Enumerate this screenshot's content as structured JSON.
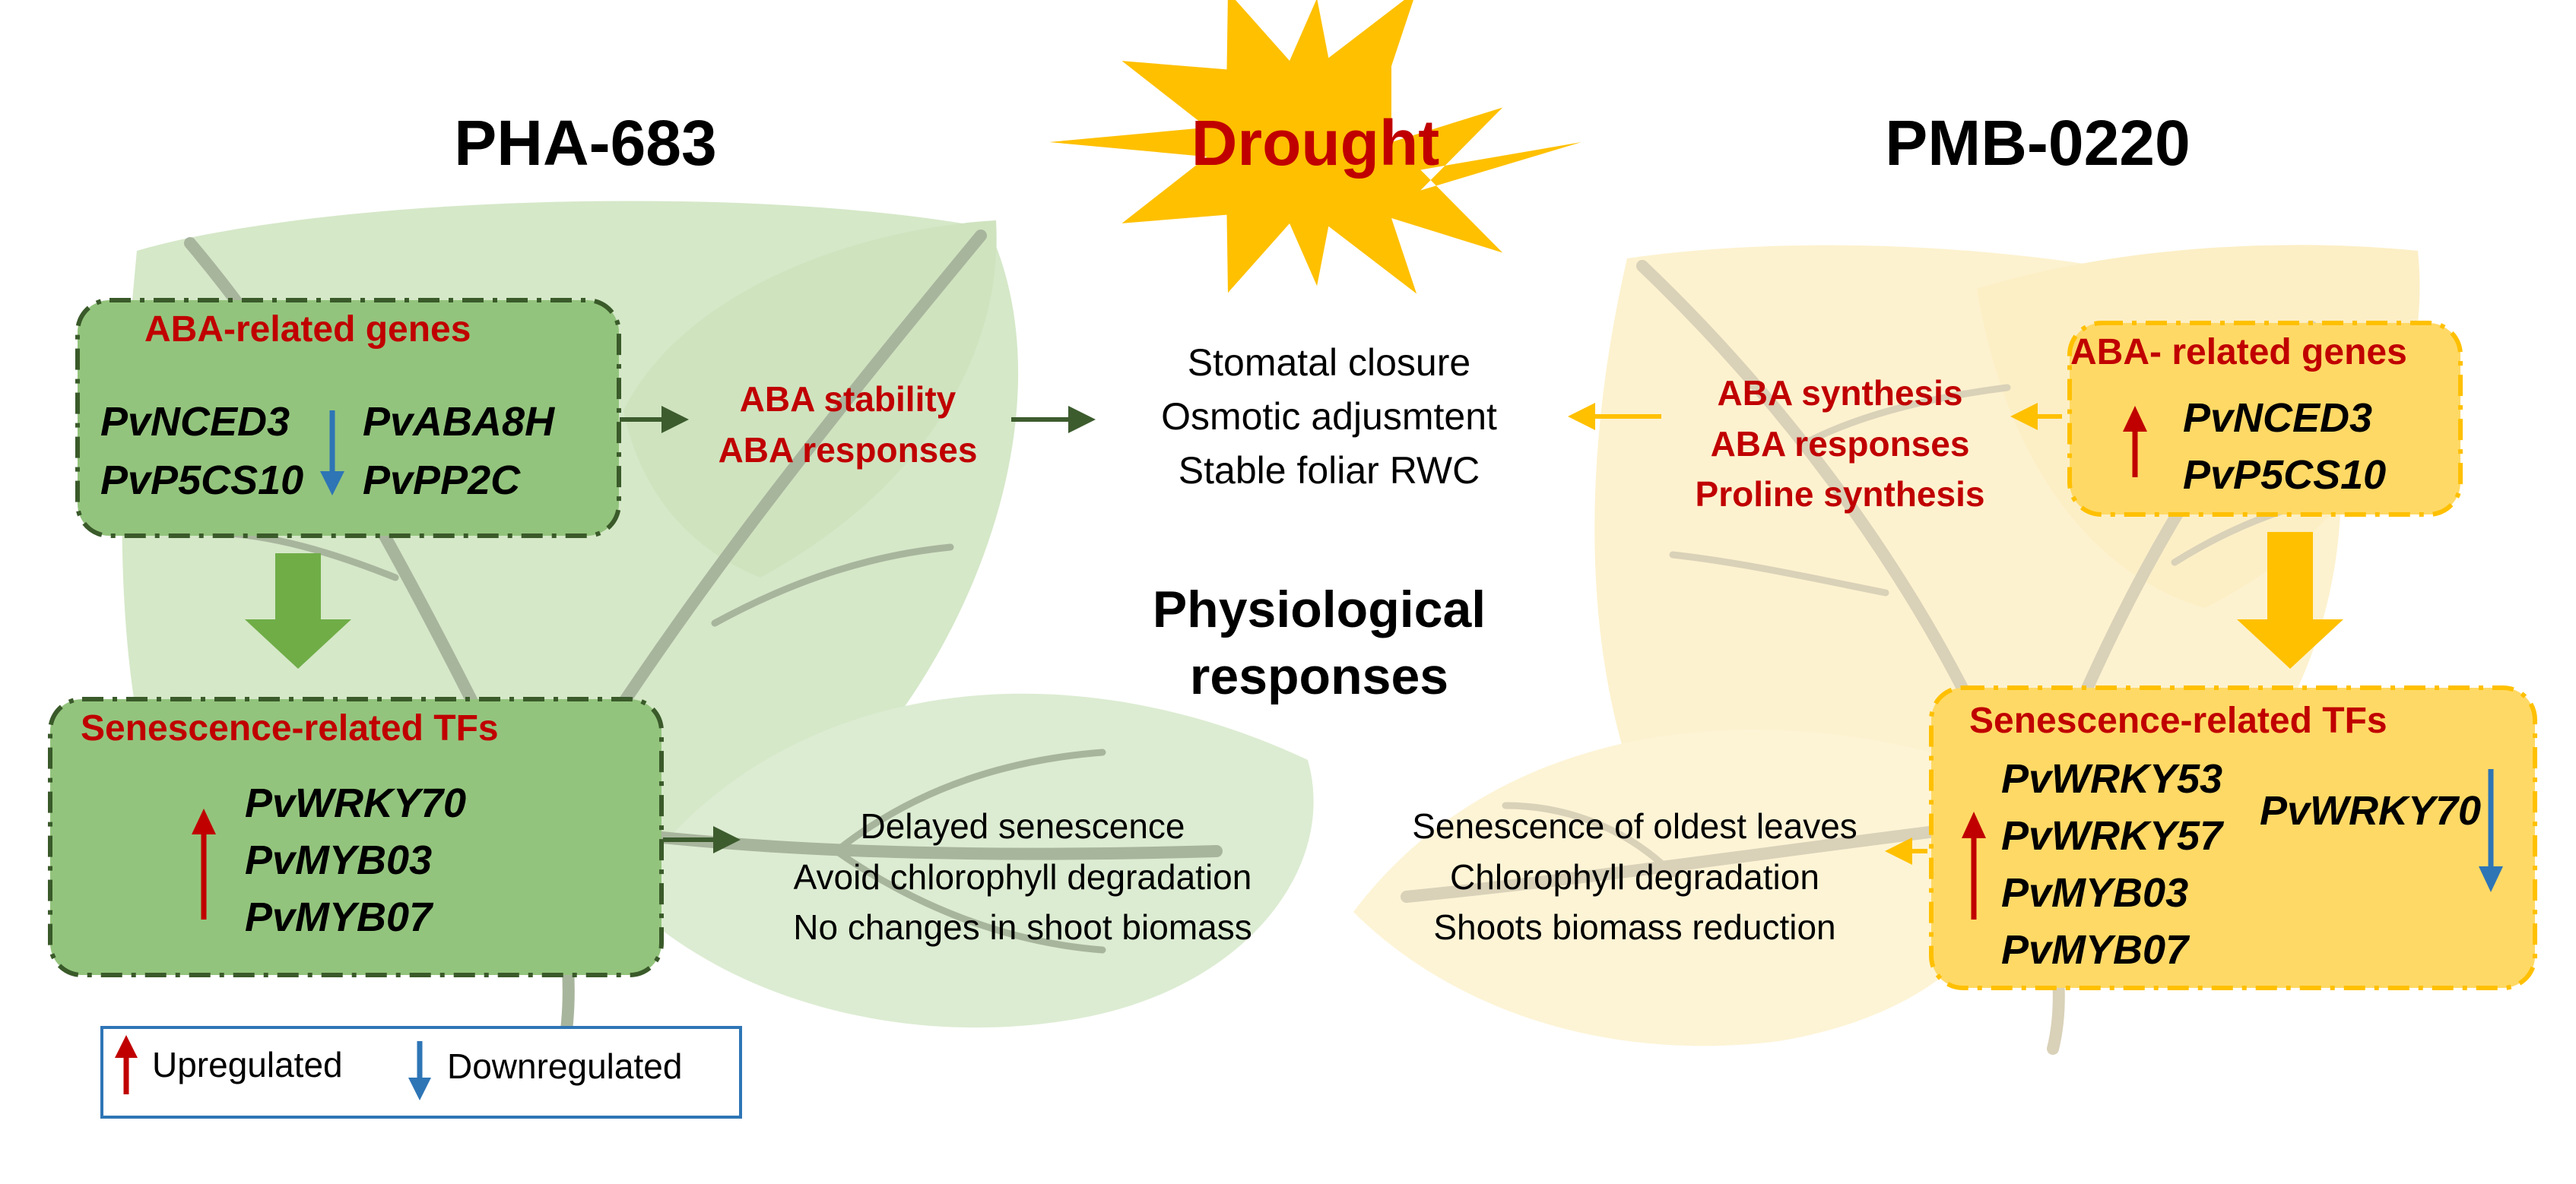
{
  "titles": {
    "left": "PHA-683",
    "center": "Drought",
    "right": "PMB-0220"
  },
  "left_panel": {
    "aba_box": {
      "heading": "ABA-related genes",
      "genes": [
        "PvNCED3",
        "PvP5CS10",
        "PvABA8H",
        "PvPP2C"
      ]
    },
    "tf_box": {
      "heading": "Senescence-related TFs",
      "genes": [
        "PvWRKY70",
        "PvMYB03",
        "PvMYB07"
      ]
    },
    "aba_effects": [
      "ABA stability",
      "ABA responses"
    ],
    "senescence_outcomes": [
      "Delayed senescence",
      "Avoid chlorophyll degradation",
      "No changes in shoot biomass"
    ]
  },
  "center_panel": {
    "physiological_effects": [
      "Stomatal closure",
      "Osmotic adjusmtent",
      "Stable foliar RWC"
    ],
    "label": [
      "Physiological",
      "responses"
    ]
  },
  "right_panel": {
    "aba_box": {
      "heading": "ABA- related genes",
      "genes": [
        "PvNCED3",
        "PvP5CS10"
      ]
    },
    "tf_box": {
      "heading": "Senescence-related TFs",
      "up_genes": [
        "PvWRKY53",
        "PvWRKY57",
        "PvMYB03",
        "PvMYB07"
      ],
      "down_genes": [
        "PvWRKY70"
      ]
    },
    "aba_effects": [
      "ABA synthesis",
      "ABA responses",
      "Proline synthesis"
    ],
    "senescence_outcomes": [
      "Senescence of oldest leaves",
      "Chlorophyll degradation",
      "Shoots biomass reduction"
    ]
  },
  "legend": {
    "up": "Upregulated",
    "down": "Downregulated"
  },
  "colors": {
    "accent_red": "#c00000",
    "up_arrow": "#c00000",
    "down_arrow": "#2e75b6",
    "green_box": "#93c47d",
    "green_border": "#3a5a2a",
    "yellow_box": "#ffd966",
    "yellow_border": "#ffc000",
    "sun": "#ffc000",
    "legend_border": "#2e75b6"
  }
}
